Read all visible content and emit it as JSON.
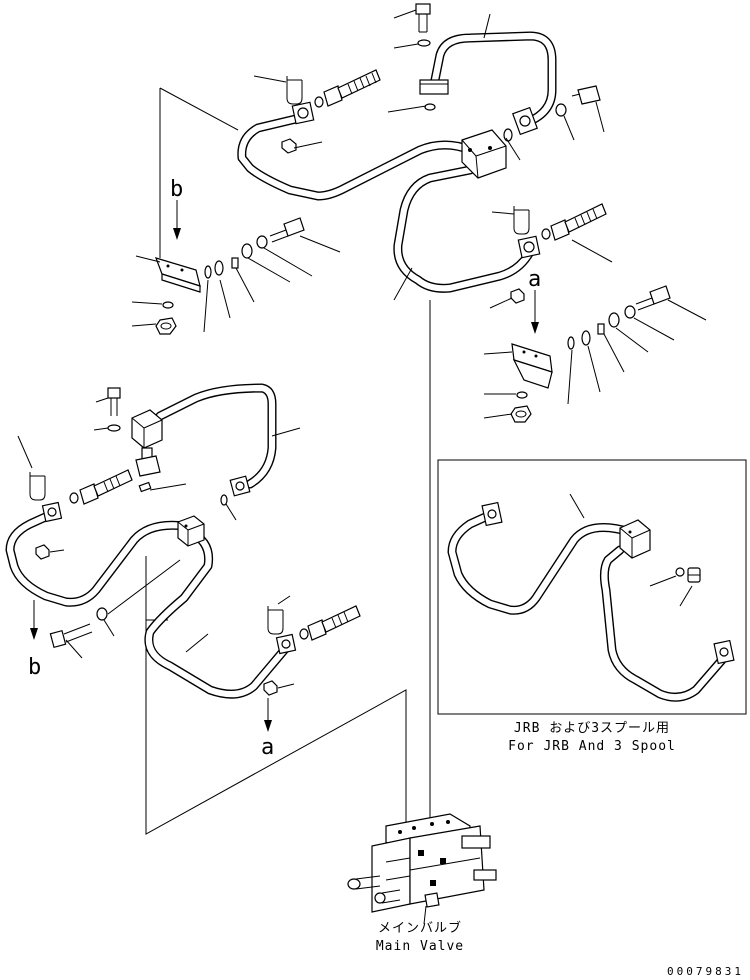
{
  "callouts": {
    "b_upper": "b",
    "a_upper": "a",
    "b_lower": "b",
    "a_lower": "a"
  },
  "inset": {
    "caption_ja": "JRB および3スプール用",
    "caption_en": "For JRB And 3 Spool"
  },
  "main_valve": {
    "label_ja": "メインバルブ",
    "label_en": "Main Valve"
  },
  "drawing_number": "00079831"
}
